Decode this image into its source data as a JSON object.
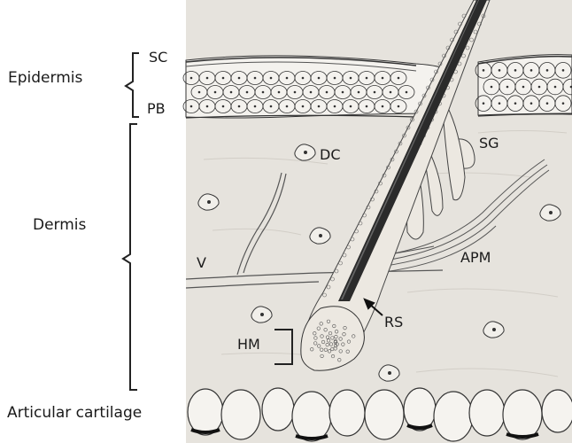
{
  "labels": {
    "epidermis": "Epidermis",
    "dermis": "Dermis",
    "articular_cartilage": "Articular cartilage",
    "sc": "SC",
    "pb": "PB",
    "dc": "DC",
    "sg": "SG",
    "v": "V",
    "apm": "APM",
    "rs": "RS",
    "hm": "HM"
  },
  "colors": {
    "tissue_background": "#e6e3dd",
    "ink": "#1f1f1f",
    "hair_shaft": "#2b2b2b",
    "epidermis_cell_fill": "#f4f2ee"
  }
}
